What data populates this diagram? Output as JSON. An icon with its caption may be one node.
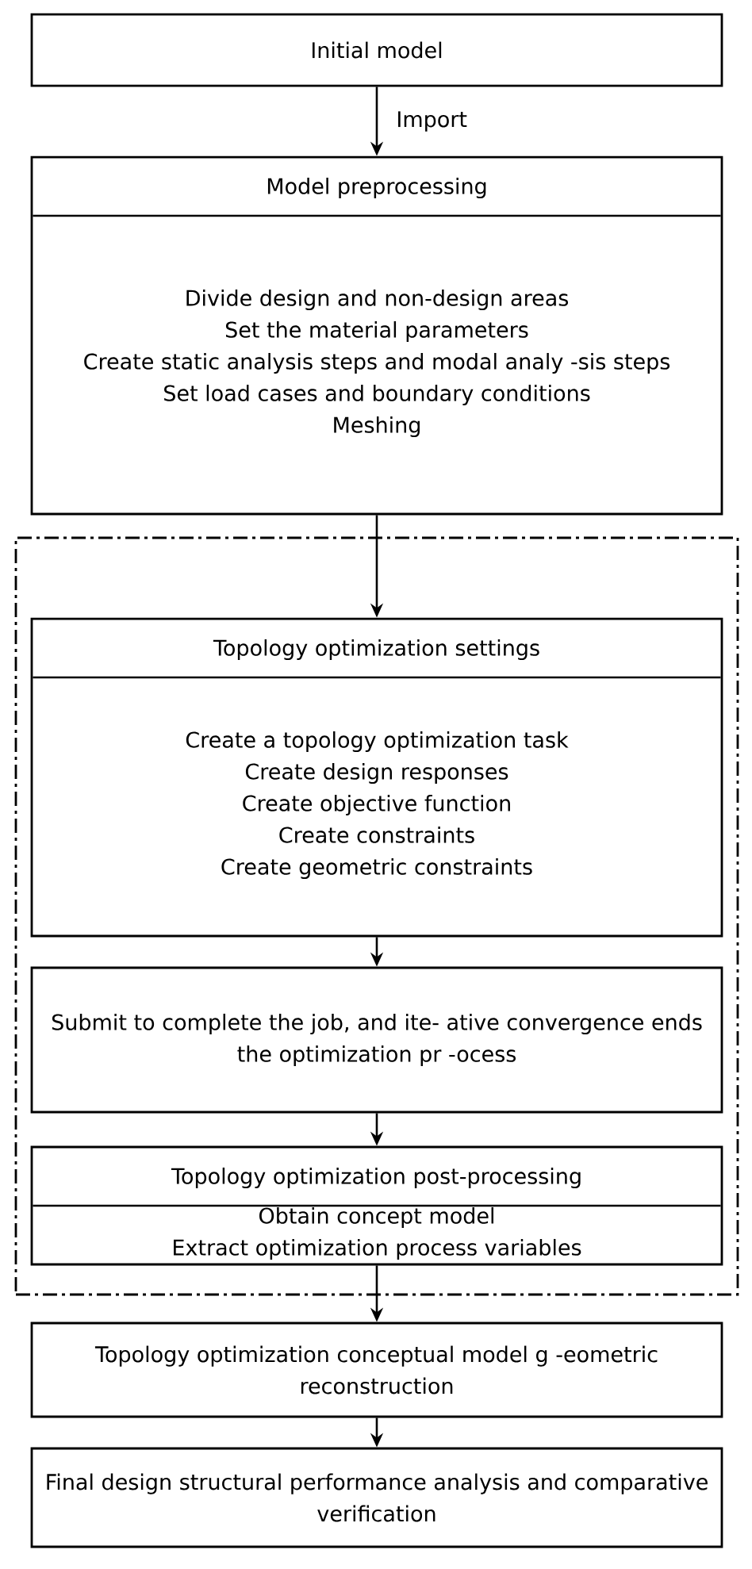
{
  "diagram": {
    "nodes": [
      {
        "text": [
          "Initial model"
        ]
      },
      {
        "text": [
          "Model preprocessing",
          "Divide design and non-design areas",
          "Set the material parameters",
          "Create static analysis steps and modal analy -sis steps",
          "Set load cases and boundary conditions",
          "Meshing"
        ]
      },
      {
        "text": [],
        "shape": "box"
      },
      {
        "text": [
          "Topology optimization settings",
          "Create a topology optimization task",
          "Create design responses",
          "Create objective function",
          "Create constraints",
          "Create geometric constraints"
        ],
        "in": 2
      },
      {
        "text": [
          "Submit to complete the job, and ite- ative convergence ends the optimization pr -ocess"
        ],
        "in": 2
      },
      {
        "text": [
          "Topology optimization post-processing",
          "Obtain concept model",
          "Extract optimization process variables"
        ],
        "in": 2
      },
      {
        "text": [
          "Topology optimization conceptual model g -eometric reconstruction"
        ]
      },
      {
        "text": [
          "Final design structural performance analysis and comparative verification"
        ]
      }
    ],
    "edges": [
      {
        "from": 0,
        "to": 1,
        "arrow": "to",
        "label": "Import"
      },
      {
        "from": 1,
        "to": 3,
        "arrow": "to"
      },
      {
        "from": 3,
        "to": 4,
        "arrow": "to"
      },
      {
        "from": 4,
        "to": 5,
        "arrow": "to"
      },
      {
        "from": 5,
        "to": 6,
        "arrow": "to"
      },
      {
        "from": 6,
        "to": 7,
        "arrow": "to"
      }
    ]
  }
}
